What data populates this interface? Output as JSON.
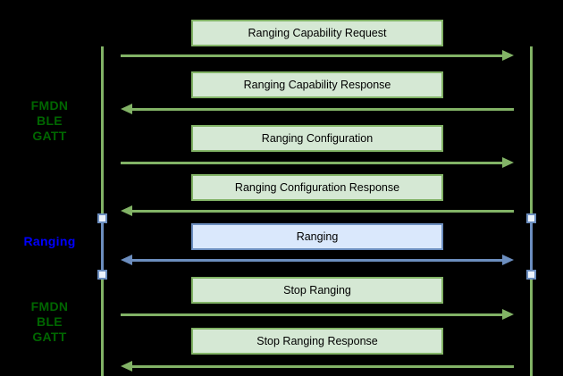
{
  "diagram": {
    "type": "sequence",
    "background": "#000000",
    "colors": {
      "green_fill": "#d5e8d4",
      "green_stroke": "#82b366",
      "blue_fill": "#dae8fc",
      "blue_stroke": "#6c8ebf",
      "label_green": "#006600",
      "label_blue": "#0000ff",
      "message_text": "#000000",
      "activation_square_fill": "#ecf3fc"
    },
    "side_labels": [
      {
        "lines": [
          "FMDN",
          "BLE",
          "GATT"
        ],
        "color_role": "green"
      },
      {
        "lines": [
          "Ranging"
        ],
        "color_role": "blue"
      },
      {
        "lines": [
          "FMDN",
          "BLE",
          "GATT"
        ],
        "color_role": "green"
      }
    ],
    "messages": [
      {
        "label": "Ranging Capability Request",
        "direction": "right",
        "style": "green"
      },
      {
        "label": "Ranging Capability Response",
        "direction": "left",
        "style": "green"
      },
      {
        "label": "Ranging Configuration",
        "direction": "right",
        "style": "green"
      },
      {
        "label": "Ranging Configuration Response",
        "direction": "left",
        "style": "green"
      },
      {
        "label": "Ranging",
        "direction": "both",
        "style": "blue"
      },
      {
        "label": "Stop Ranging",
        "direction": "right",
        "style": "green"
      },
      {
        "label": "Stop Ranging Response",
        "direction": "left",
        "style": "green"
      }
    ]
  }
}
